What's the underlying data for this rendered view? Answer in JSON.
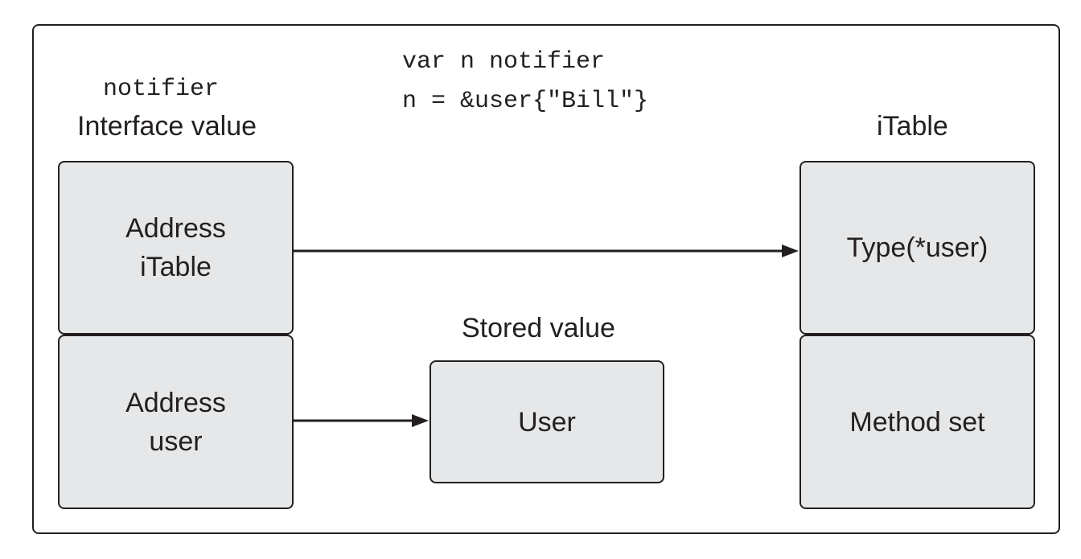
{
  "code": {
    "line1": "var n notifier",
    "line2": "n = &user{\"Bill\"}"
  },
  "interface": {
    "type_name": "notifier",
    "caption": "Interface value",
    "word_address": {
      "line1": "Address",
      "line2": "iTable"
    },
    "data_word": {
      "line1": "Address",
      "line2": "user"
    }
  },
  "stored": {
    "caption": "Stored value",
    "box_label": "User"
  },
  "itable": {
    "caption": "iTable",
    "type_label": "Type(*user)",
    "methods_label": "Method set"
  },
  "colors": {
    "box_fill": "#e6e7e8",
    "stroke": "#231f20"
  }
}
